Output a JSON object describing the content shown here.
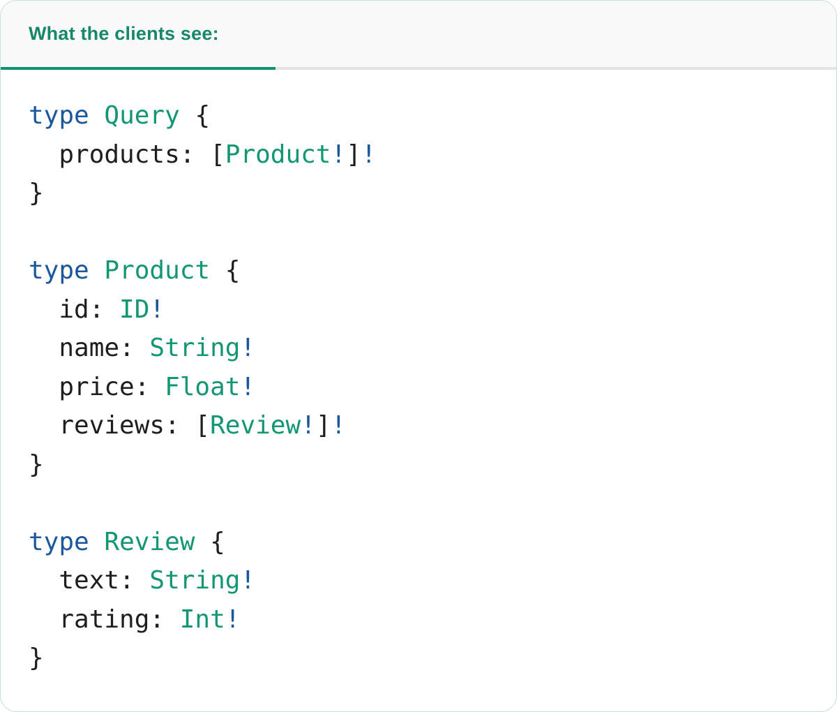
{
  "header": {
    "tab_label": "What the clients see:"
  },
  "colors": {
    "header_bg": "#f9f9f9",
    "header_text": "#16876b",
    "tab_indicator": "#0e9271",
    "divider": "#e4e4e4",
    "card_border": "#c6e0d2",
    "code_keyword_blue": "#1a579c",
    "code_typename_teal": "#129673",
    "code_plain_dark": "#1e1e1e",
    "code_bang_blue": "#1a579c"
  },
  "code": {
    "language": "graphql",
    "source": "type Query {\n  products: [Product!]!\n}\n\ntype Product {\n  id: ID!\n  name: String!\n  price: Float!\n  reviews: [Review!]!\n}\n\ntype Review {\n  text: String!\n  rating: Int!\n}",
    "lines": [
      {
        "tokens": [
          [
            "type",
            "kw"
          ],
          [
            " ",
            "pl"
          ],
          [
            "Query",
            "ty"
          ],
          [
            " {",
            "pl"
          ]
        ]
      },
      {
        "tokens": [
          [
            "  products: [",
            "pl"
          ],
          [
            "Product",
            "ty"
          ],
          [
            "!",
            "bang"
          ],
          [
            "]",
            "pl"
          ],
          [
            "!",
            "bang"
          ]
        ]
      },
      {
        "tokens": [
          [
            "}",
            "pl"
          ]
        ]
      },
      {
        "tokens": []
      },
      {
        "tokens": [
          [
            "type",
            "kw"
          ],
          [
            " ",
            "pl"
          ],
          [
            "Product",
            "ty"
          ],
          [
            " {",
            "pl"
          ]
        ]
      },
      {
        "tokens": [
          [
            "  id: ",
            "pl"
          ],
          [
            "ID",
            "ty"
          ],
          [
            "!",
            "bang"
          ]
        ]
      },
      {
        "tokens": [
          [
            "  name: ",
            "pl"
          ],
          [
            "String",
            "ty"
          ],
          [
            "!",
            "bang"
          ]
        ]
      },
      {
        "tokens": [
          [
            "  price: ",
            "pl"
          ],
          [
            "Float",
            "ty"
          ],
          [
            "!",
            "bang"
          ]
        ]
      },
      {
        "tokens": [
          [
            "  reviews: [",
            "pl"
          ],
          [
            "Review",
            "ty"
          ],
          [
            "!",
            "bang"
          ],
          [
            "]",
            "pl"
          ],
          [
            "!",
            "bang"
          ]
        ]
      },
      {
        "tokens": [
          [
            "}",
            "pl"
          ]
        ]
      },
      {
        "tokens": []
      },
      {
        "tokens": [
          [
            "type",
            "kw"
          ],
          [
            " ",
            "pl"
          ],
          [
            "Review",
            "ty"
          ],
          [
            " {",
            "pl"
          ]
        ]
      },
      {
        "tokens": [
          [
            "  text: ",
            "pl"
          ],
          [
            "String",
            "ty"
          ],
          [
            "!",
            "bang"
          ]
        ]
      },
      {
        "tokens": [
          [
            "  rating: ",
            "pl"
          ],
          [
            "Int",
            "ty"
          ],
          [
            "!",
            "bang"
          ]
        ]
      },
      {
        "tokens": [
          [
            "}",
            "pl"
          ]
        ]
      }
    ]
  }
}
